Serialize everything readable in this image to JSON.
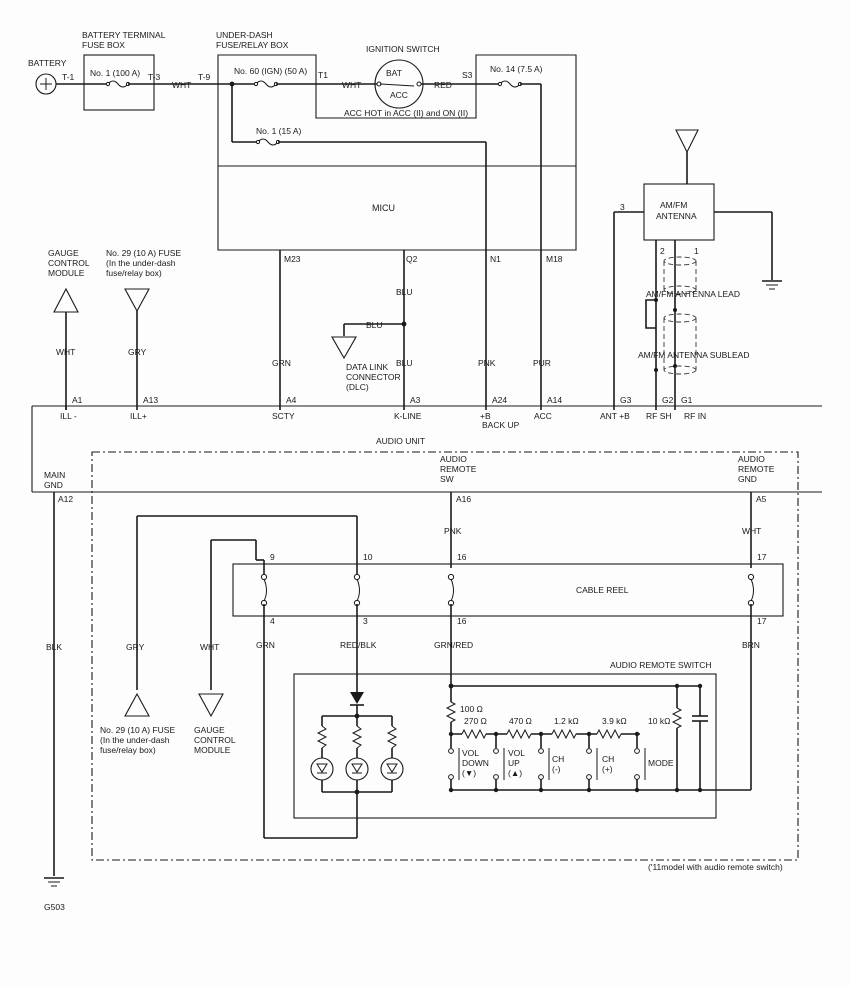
{
  "battery": {
    "label": "BATTERY",
    "pin": "T-1"
  },
  "battery_terminal_fuse_box": {
    "title_line1": "BATTERY TERMINAL",
    "title_line2": "FUSE BOX",
    "fuse": "No. 1 (100 A)",
    "pin_out": "T-3",
    "wire": "WHT"
  },
  "under_dash_box": {
    "title_line1": "UNDER-DASH",
    "title_line2": "FUSE/RELAY BOX",
    "pin_in": "T-9",
    "fuse_ign": "No. 60 (IGN) (50 A)",
    "pin_t1": "T1",
    "wire_to_switch": "WHT",
    "fuse_15": "No. 1 (15 A)",
    "pin_s3": "S3",
    "fuse_14": "No. 14 (7.5 A)",
    "wire_red": "RED"
  },
  "ignition_switch": {
    "title": "IGNITION SWITCH",
    "bat": "BAT",
    "acc": "ACC",
    "note": "ACC HOT in ACC (II) and ON (II)"
  },
  "micu": {
    "label": "MICU",
    "pins": [
      "M23",
      "Q2",
      "N1",
      "M18"
    ]
  },
  "left_refs": {
    "gauge_line1": "GAUGE",
    "gauge_line2": "CONTROL",
    "gauge_line3": "MODULE",
    "fuse29_line1": "No. 29 (10 A) FUSE",
    "fuse29_line2": "(In the under-dash",
    "fuse29_line3": "fuse/relay box)"
  },
  "dlc": {
    "line1": "DATA LINK",
    "line2": "CONNECTOR",
    "line3": "(DLC)",
    "wire": "BLU"
  },
  "wires_top": {
    "a1": "WHT",
    "a13": "GRY",
    "a4": "GRN",
    "q2_top": "BLU",
    "a3": "BLU",
    "a24": "PNK",
    "a14": "PUR"
  },
  "connector_row": {
    "pins": [
      "A1",
      "A13",
      "A4",
      "A3",
      "A24",
      "A14",
      "G3",
      "G2",
      "G1"
    ],
    "labels": [
      "ILL -",
      "ILL+",
      "SCTY",
      "K-LINE",
      "+B",
      "ACC",
      "ANT +B",
      "RF SH",
      "RF IN"
    ],
    "back_up": "BACK UP"
  },
  "antenna": {
    "title_line1": "AM/FM",
    "title_line2": "ANTENNA",
    "pin3": "3",
    "pin2": "2",
    "pin1": "1",
    "lead": "AM/FM ANTENNA LEAD",
    "sublead": "AM/FM ANTENNA SUBLEAD"
  },
  "audio_unit": {
    "title": "AUDIO UNIT",
    "main_gnd_line1": "MAIN",
    "main_gnd_line2": "GND",
    "a12": "A12",
    "remote_sw_line1": "AUDIO",
    "remote_sw_line2": "REMOTE",
    "remote_sw_line3": "SW",
    "a16": "A16",
    "remote_gnd_line1": "AUDIO",
    "remote_gnd_line2": "REMOTE",
    "remote_gnd_line3": "GND",
    "a5": "A5",
    "wire_pnk": "PNK",
    "wire_wht": "WHT",
    "footnote": "('11model with audio remote switch)"
  },
  "cable_reel": {
    "label": "CABLE REEL",
    "top_pins": [
      "9",
      "10",
      "16",
      "17"
    ],
    "bottom_pins": [
      "4",
      "3",
      "16",
      "17"
    ]
  },
  "lower_wires": {
    "gry": "GRY",
    "wht": "WHT",
    "grn": "GRN",
    "red_blk": "RED/BLK",
    "grn_red": "GRN/RED",
    "brn": "BRN",
    "blk": "BLK"
  },
  "remote_switch": {
    "title": "AUDIO REMOTE SWITCH",
    "resistors": [
      "100 Ω",
      "270 Ω",
      "470 Ω",
      "1.2 kΩ",
      "3.9 kΩ",
      "10 kΩ"
    ],
    "buttons": [
      {
        "line1": "VOL",
        "line2": "DOWN",
        "line3": "(▼)"
      },
      {
        "line1": "VOL",
        "line2": "UP",
        "line3": "(▲)"
      },
      {
        "line1": "CH",
        "line2": "(-)"
      },
      {
        "line1": "CH",
        "line2": "(+)"
      },
      {
        "line1": "MODE"
      }
    ]
  },
  "ground": {
    "label": "G503"
  }
}
